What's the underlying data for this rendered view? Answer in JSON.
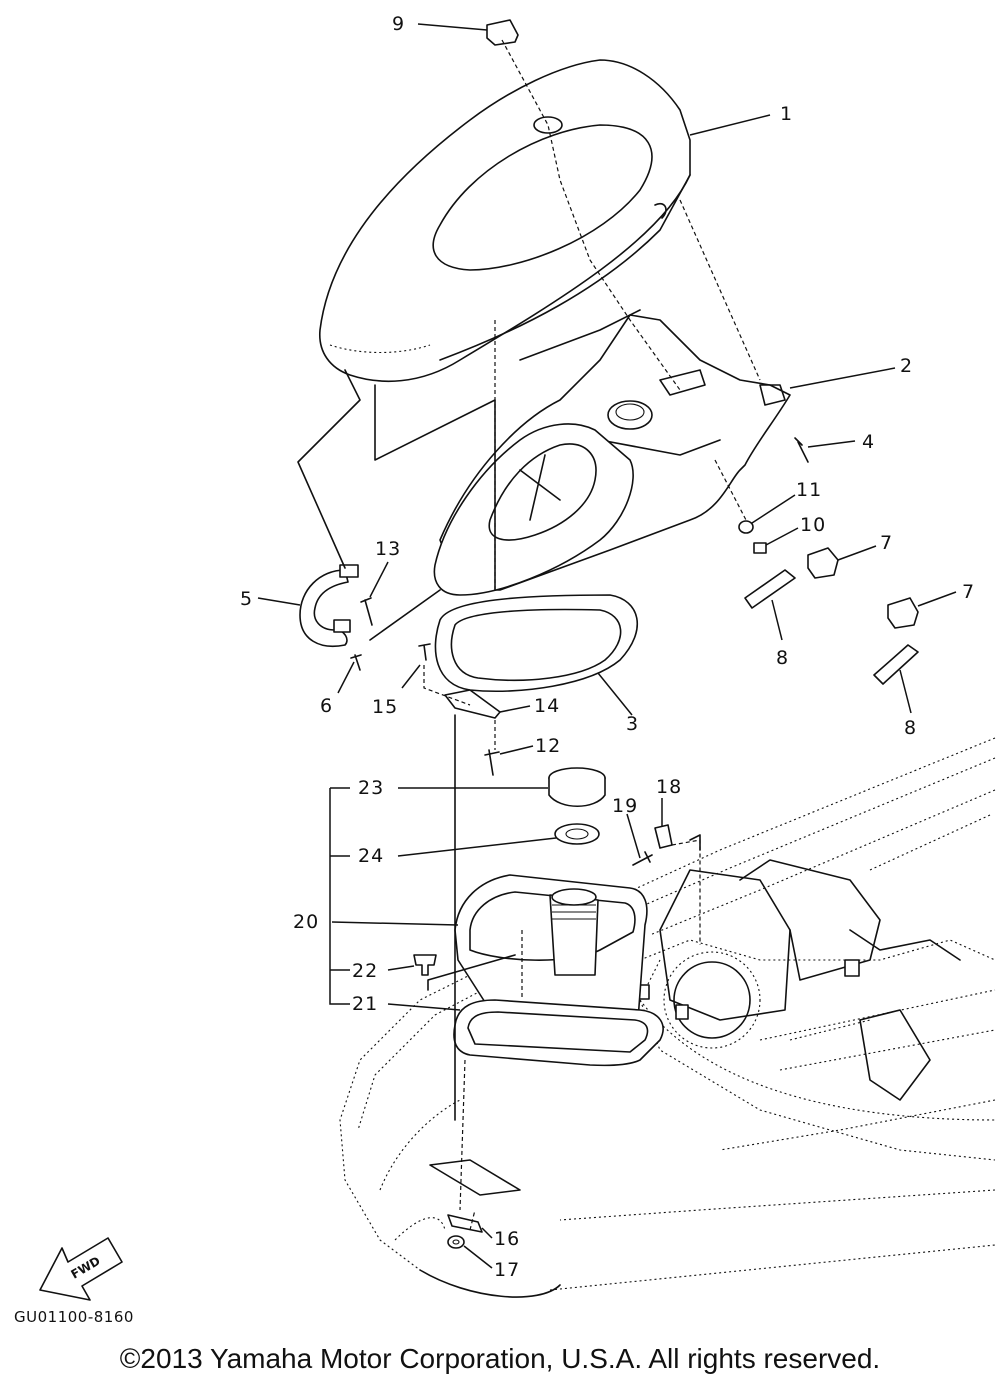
{
  "callouts": [
    "1",
    "2",
    "3",
    "4",
    "5",
    "6",
    "7",
    "7",
    "8",
    "8",
    "9",
    "10",
    "11",
    "12",
    "13",
    "14",
    "15",
    "16",
    "17",
    "18",
    "19",
    "20",
    "21",
    "22",
    "23",
    "24"
  ],
  "fwd_label": "FWD",
  "diagram_code": "GU01100-8160",
  "copyright": "©2013 Yamaha Motor Corporation, U.S.A. All rights reserved."
}
